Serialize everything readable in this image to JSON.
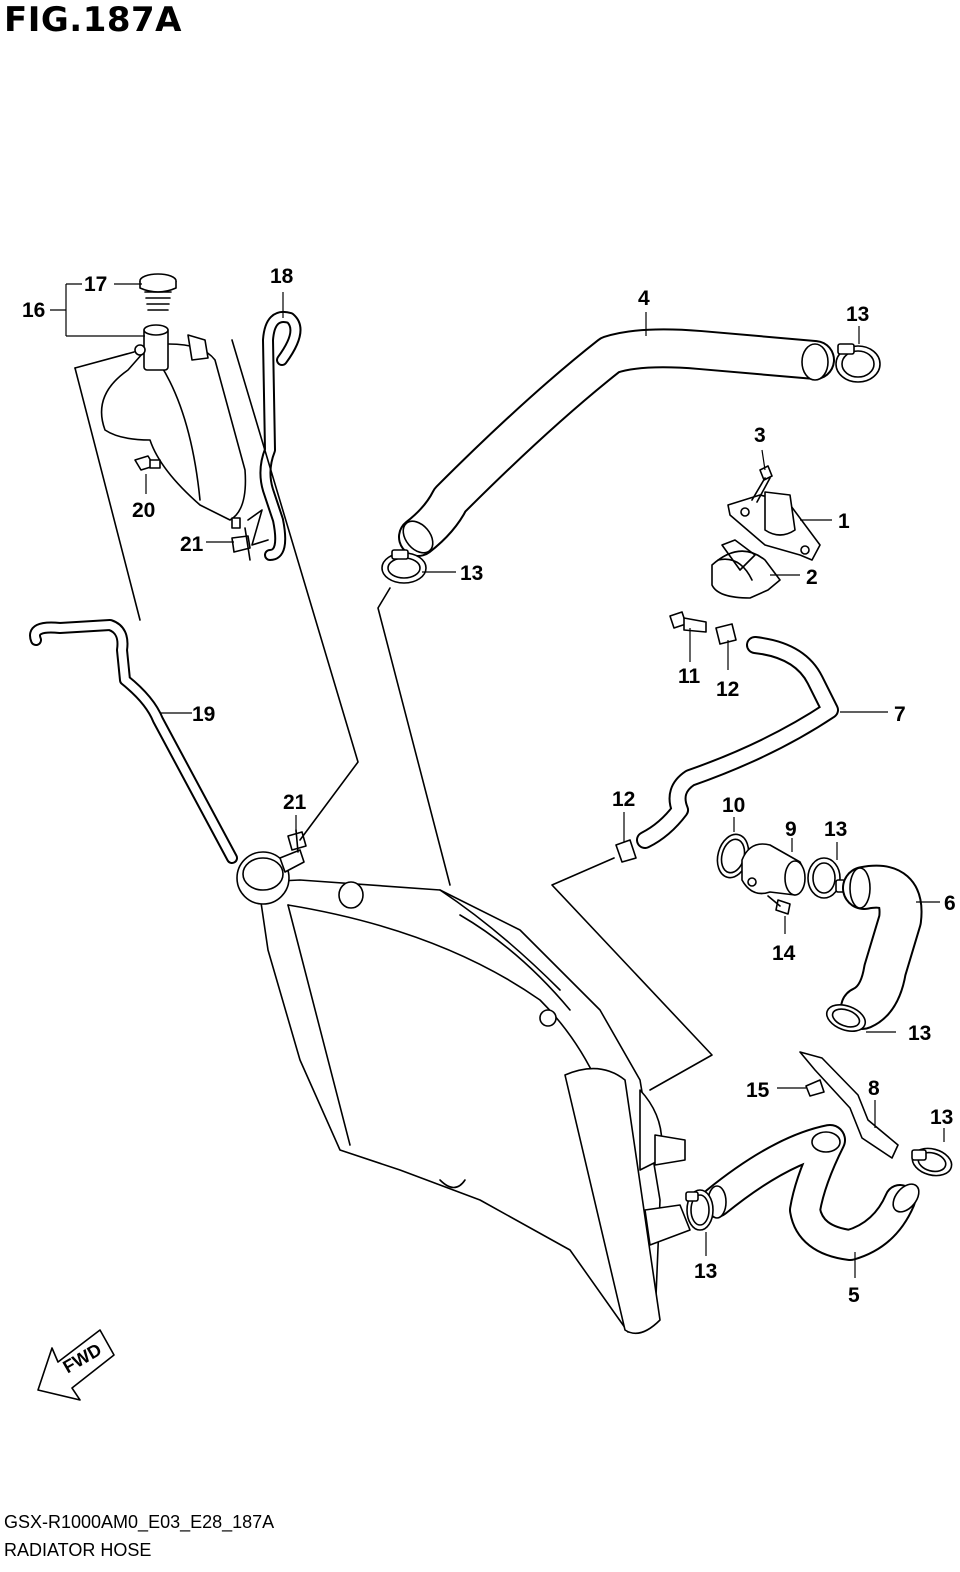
{
  "figure": {
    "title": "FIG.187A",
    "code": "GSX-R1000AM0_E03_E28_187A",
    "name": "RADIATOR HOSE",
    "fwd_label": "FWD"
  },
  "callouts": [
    {
      "id": "c1",
      "label": "1"
    },
    {
      "id": "c2",
      "label": "2"
    },
    {
      "id": "c3",
      "label": "3"
    },
    {
      "id": "c4",
      "label": "4"
    },
    {
      "id": "c5",
      "label": "5"
    },
    {
      "id": "c6",
      "label": "6"
    },
    {
      "id": "c7",
      "label": "7"
    },
    {
      "id": "c8",
      "label": "8"
    },
    {
      "id": "c9",
      "label": "9"
    },
    {
      "id": "c10",
      "label": "10"
    },
    {
      "id": "c11",
      "label": "11"
    },
    {
      "id": "c12a",
      "label": "12"
    },
    {
      "id": "c12b",
      "label": "12"
    },
    {
      "id": "c13a",
      "label": "13"
    },
    {
      "id": "c13b",
      "label": "13"
    },
    {
      "id": "c13c",
      "label": "13"
    },
    {
      "id": "c13d",
      "label": "13"
    },
    {
      "id": "c13e",
      "label": "13"
    },
    {
      "id": "c13f",
      "label": "13"
    },
    {
      "id": "c14",
      "label": "14"
    },
    {
      "id": "c15",
      "label": "15"
    },
    {
      "id": "c16",
      "label": "16"
    },
    {
      "id": "c17",
      "label": "17"
    },
    {
      "id": "c18",
      "label": "18"
    },
    {
      "id": "c19",
      "label": "19"
    },
    {
      "id": "c20",
      "label": "20"
    },
    {
      "id": "c21a",
      "label": "21"
    },
    {
      "id": "c21b",
      "label": "21"
    }
  ]
}
